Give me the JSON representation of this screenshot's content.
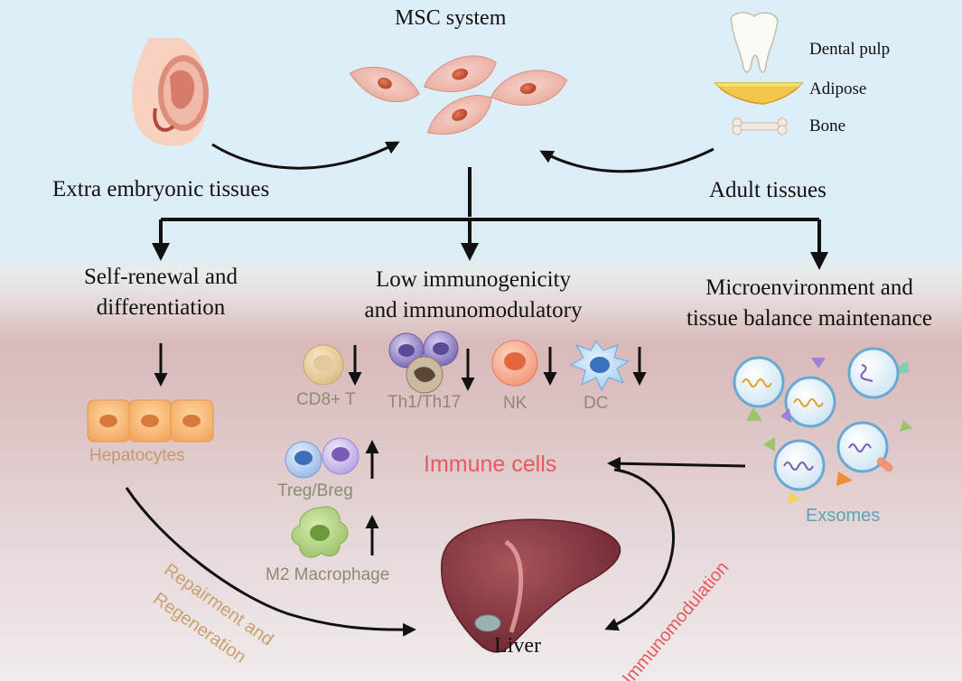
{
  "title": "MSC system",
  "sources": {
    "left": "Extra embryonic tissues",
    "right": "Adult tissues",
    "adult_items": [
      "Dental pulp",
      "Adipose",
      "Bone"
    ]
  },
  "branches": [
    {
      "line1": "Self-renewal and",
      "line2": "differentiation"
    },
    {
      "line1": "Low immunogenicity",
      "line2": "and immunomodulatory"
    },
    {
      "line1": "Microenvironment and",
      "line2": "tissue balance maintenance"
    }
  ],
  "cells": {
    "hepatocytes": "Hepatocytes",
    "cd8": "CD8+ T",
    "th": "Th1/Th17",
    "nk": "NK",
    "dc": "DC",
    "treg": "Treg/Breg",
    "m2": "M2 Macrophage"
  },
  "immune_cells": "Immune cells",
  "exosomes": "Exsomes",
  "liver": "Liver",
  "arrows": {
    "repair_line1": "Repairment and",
    "repair_line2": "Regeneration",
    "immunomodulation": "Immunomodulation"
  },
  "colors": {
    "text_primary": "#111111",
    "cell_label": "#8d8a73",
    "hepatocyte_label": "#c49a6a",
    "immune_red": "#e8585e",
    "exosome_label": "#5da2b7",
    "repair_label": "#c9a06e",
    "immunomodulation_label": "#e8585e"
  }
}
